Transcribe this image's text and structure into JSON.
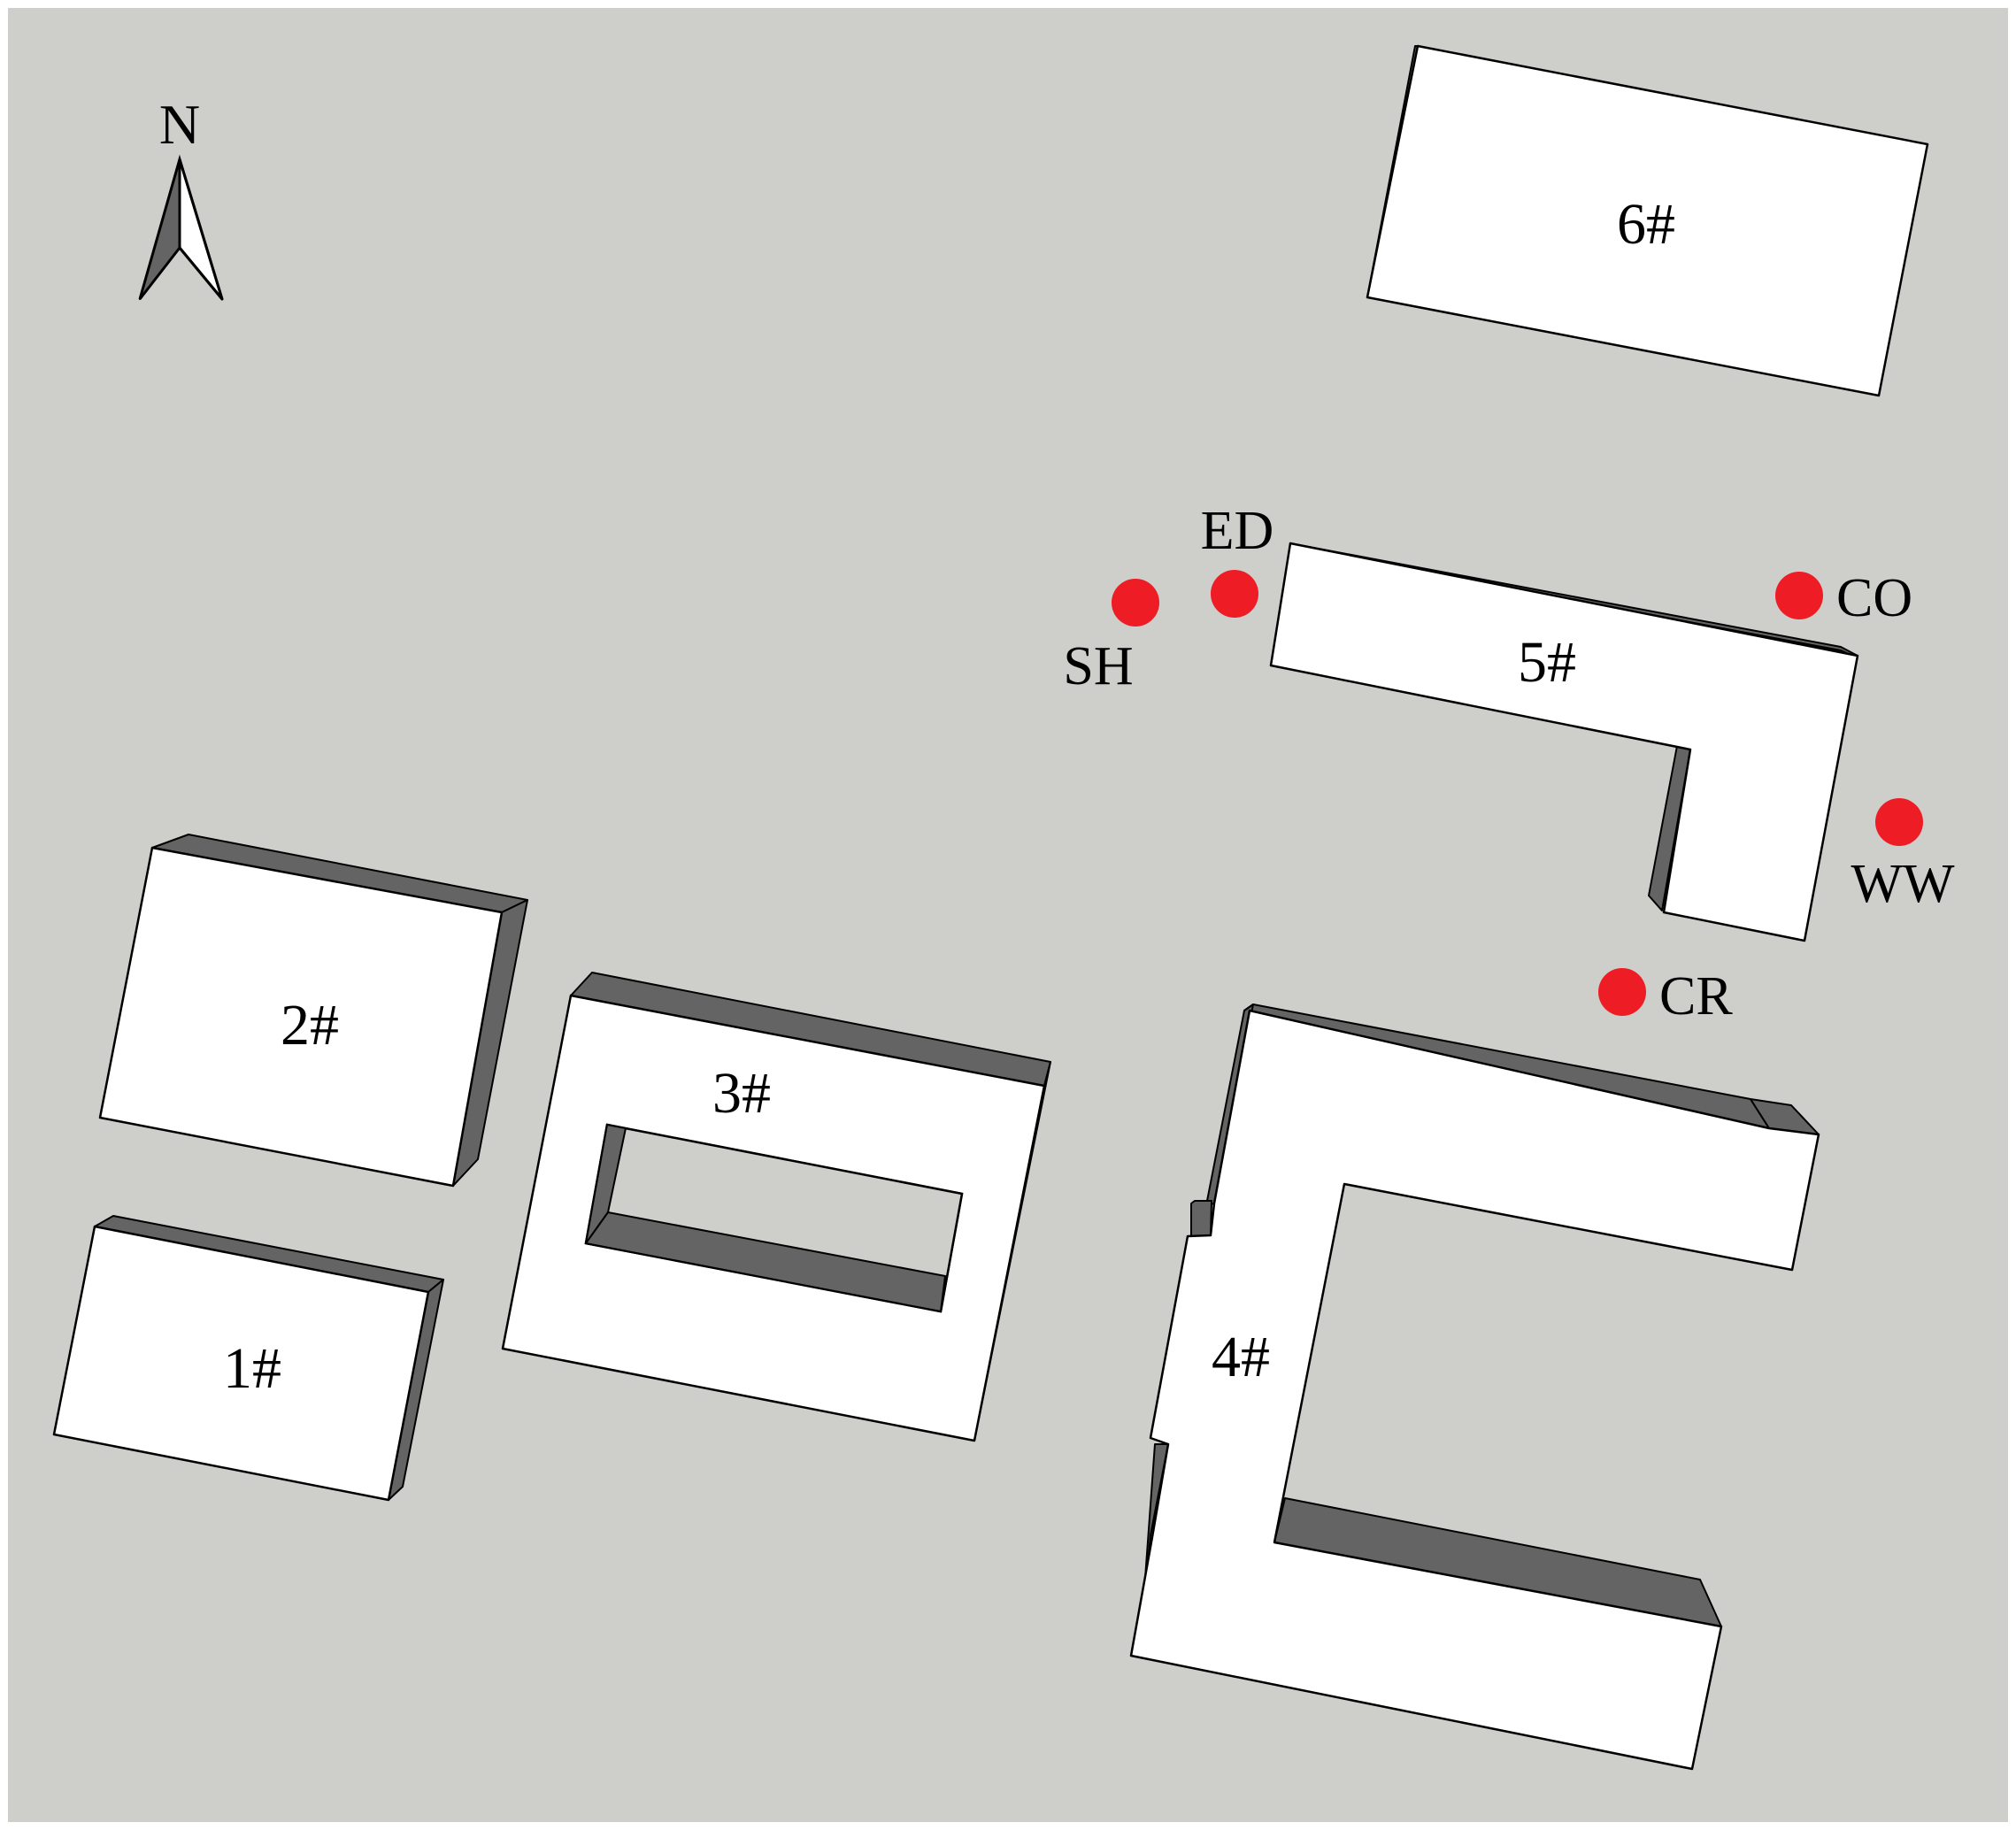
{
  "colors": {
    "ground": "#cececa",
    "roof": "#ffffff",
    "wall": "#646464",
    "outline": "#000000",
    "point": "#ee1c25"
  },
  "compass": {
    "label": "N"
  },
  "buildings": [
    {
      "id": "b1",
      "label": "1#"
    },
    {
      "id": "b2",
      "label": "2#"
    },
    {
      "id": "b3",
      "label": "3#"
    },
    {
      "id": "b4",
      "label": "4#"
    },
    {
      "id": "b5",
      "label": "5#"
    },
    {
      "id": "b6",
      "label": "6#"
    }
  ],
  "points": [
    {
      "id": "sh",
      "label": "SH"
    },
    {
      "id": "ed",
      "label": "ED"
    },
    {
      "id": "co",
      "label": "CO"
    },
    {
      "id": "ww",
      "label": "WW"
    },
    {
      "id": "cr",
      "label": "CR"
    }
  ]
}
